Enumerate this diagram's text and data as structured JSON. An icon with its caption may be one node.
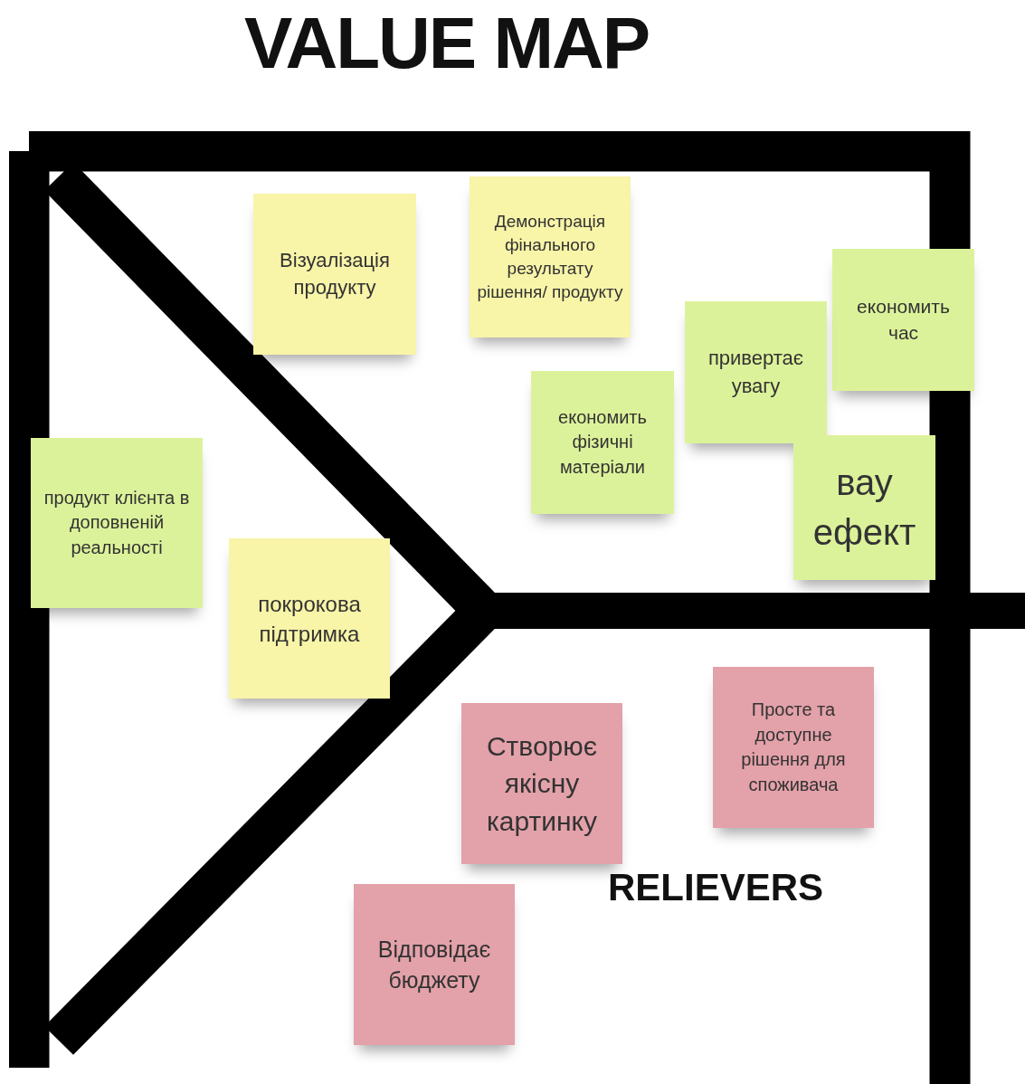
{
  "diagram": {
    "title": "VALUE MAP",
    "nodes": [
      {
        "text": [
          "Візуалізація продукту"
        ]
      },
      {
        "text": [
          "Демонстрація фінального результату рішення/ продукту"
        ]
      },
      {
        "text": [
          "економить час"
        ]
      },
      {
        "text": [
          "привертає увагу"
        ]
      },
      {
        "text": [
          "економить фізичні матеріали"
        ]
      },
      {
        "text": [
          "вау ефект"
        ]
      },
      {
        "text": [
          "продукт клієнта в доповненій реальності"
        ]
      },
      {
        "text": [
          "покрокова підтримка"
        ]
      },
      {
        "text": [
          "Створює якісну картинку"
        ]
      },
      {
        "text": [
          "Просте та доступне рішення для споживача"
        ]
      },
      {
        "text": [
          "Відповідає бюджету"
        ]
      }
    ],
    "labels": [
      "RELIEVERS"
    ]
  }
}
